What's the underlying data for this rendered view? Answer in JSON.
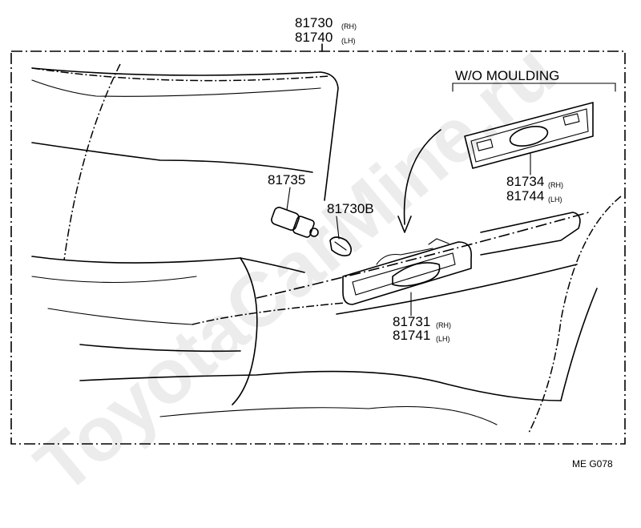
{
  "watermark": "ToyotaCarMine.ru",
  "figure_code": "ME G078",
  "section_label": "W/O MOULDING",
  "parts": [
    {
      "number": "81730",
      "side": "(RH)"
    },
    {
      "number": "81740",
      "side": "(LH)"
    },
    {
      "number": "81735",
      "side": ""
    },
    {
      "number": "81730B",
      "side": ""
    },
    {
      "number": "81734",
      "side": "(RH)"
    },
    {
      "number": "81744",
      "side": "(LH)"
    },
    {
      "number": "81731",
      "side": "(RH)"
    },
    {
      "number": "81741",
      "side": "(LH)"
    }
  ]
}
